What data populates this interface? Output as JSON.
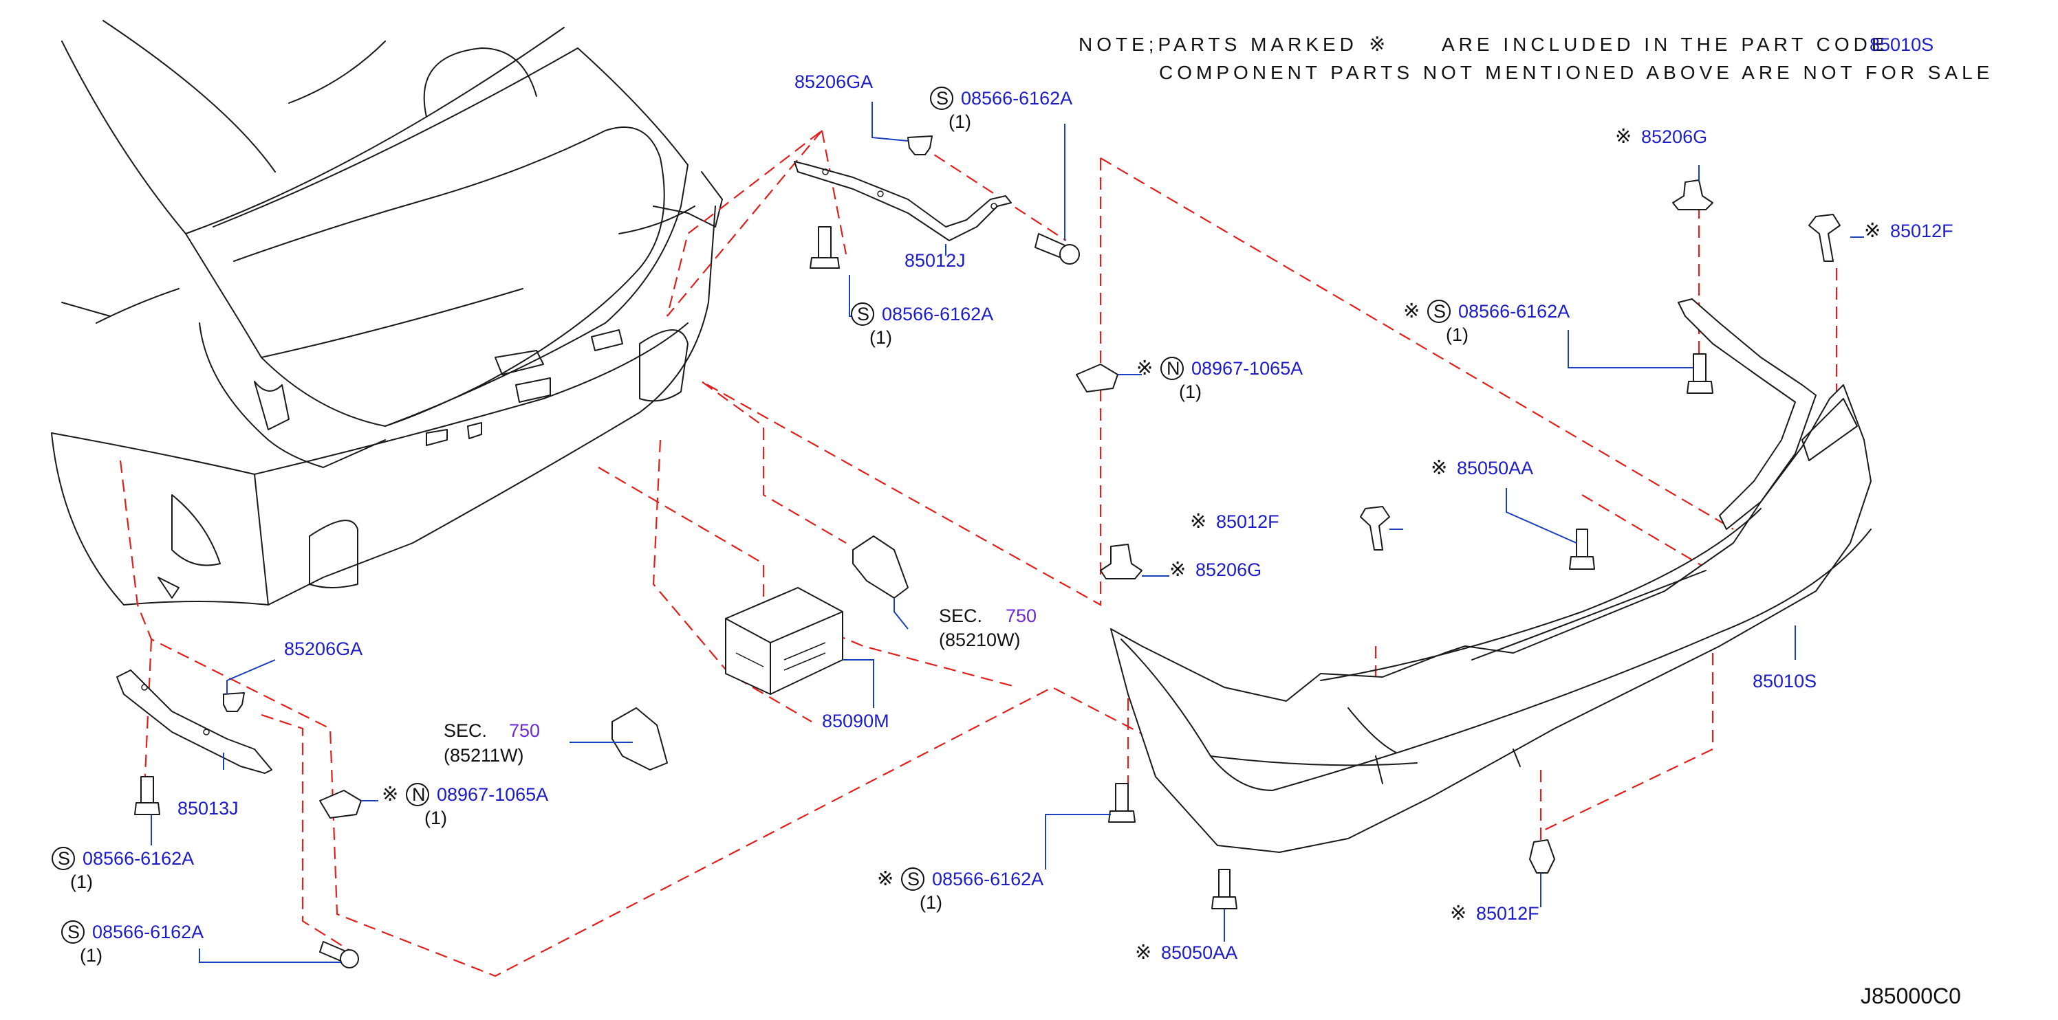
{
  "note": {
    "line1_prefix": "NOTE;PARTS  MARKED",
    "mark": "※",
    "line1_suffix": "ARE  INCLUDED  IN  THE  PART  CODE",
    "code_overlap": "85010S",
    "line2": "COMPONENT  PARTS  NOT  MENTIONED  ABOVE  ARE  NOT  FOR  SALE"
  },
  "diagram_id": "J85000C0",
  "symbols": {
    "mark": "※",
    "screw": "S",
    "nut": "N"
  },
  "colors": {
    "part_number": "#1c1ccc",
    "section": "#6a2ad8",
    "dashed_line": "#e0201d",
    "drawing": "#1a1a1a"
  },
  "labels": [
    {
      "id": "l1",
      "mark": false,
      "symbol": "",
      "text": "85206GA",
      "qty": ""
    },
    {
      "id": "l2",
      "mark": false,
      "symbol": "S",
      "text": "08566-6162A",
      "qty": "(1)"
    },
    {
      "id": "l3",
      "mark": false,
      "symbol": "",
      "text": "85012J",
      "qty": ""
    },
    {
      "id": "l4",
      "mark": false,
      "symbol": "S",
      "text": "08566-6162A",
      "qty": "(1)"
    },
    {
      "id": "l5",
      "mark": true,
      "symbol": "",
      "text": "85206G",
      "qty": ""
    },
    {
      "id": "l6",
      "mark": true,
      "symbol": "",
      "text": "85012F",
      "qty": ""
    },
    {
      "id": "l7",
      "mark": true,
      "symbol": "S",
      "text": "08566-6162A",
      "qty": "(1)"
    },
    {
      "id": "l8",
      "mark": true,
      "symbol": "N",
      "text": "08967-1065A",
      "qty": "(1)"
    },
    {
      "id": "l9",
      "mark": true,
      "symbol": "",
      "text": "85050AA",
      "qty": ""
    },
    {
      "id": "l10",
      "mark": true,
      "symbol": "",
      "text": "85012F",
      "qty": ""
    },
    {
      "id": "l11",
      "mark": true,
      "symbol": "",
      "text": "85206G",
      "qty": ""
    },
    {
      "id": "l12",
      "mark": false,
      "symbol": "",
      "text": "85010S",
      "qty": ""
    },
    {
      "id": "l13",
      "mark": false,
      "symbol": "",
      "text": "85090M",
      "qty": ""
    },
    {
      "id": "l14",
      "mark": false,
      "symbol": "",
      "text": "85206GA",
      "qty": ""
    },
    {
      "id": "l15",
      "mark": false,
      "symbol": "",
      "text": "85013J",
      "qty": ""
    },
    {
      "id": "l16",
      "mark": true,
      "symbol": "N",
      "text": "08967-1065A",
      "qty": "(1)"
    },
    {
      "id": "l17",
      "mark": false,
      "symbol": "S",
      "text": "08566-6162A",
      "qty": "(1)"
    },
    {
      "id": "l18",
      "mark": false,
      "symbol": "S",
      "text": "08566-6162A",
      "qty": "(1)"
    },
    {
      "id": "l19",
      "mark": true,
      "symbol": "S",
      "text": "08566-6162A",
      "qty": "(1)"
    },
    {
      "id": "l20",
      "mark": true,
      "symbol": "",
      "text": "85050AA",
      "qty": ""
    },
    {
      "id": "l21",
      "mark": true,
      "symbol": "",
      "text": "85012F",
      "qty": ""
    }
  ],
  "sections": [
    {
      "id": "s1",
      "prefix": "SEC.",
      "number": "750",
      "part": "(85210W)"
    },
    {
      "id": "s2",
      "prefix": "SEC.",
      "number": "750",
      "part": "(85211W)"
    }
  ]
}
